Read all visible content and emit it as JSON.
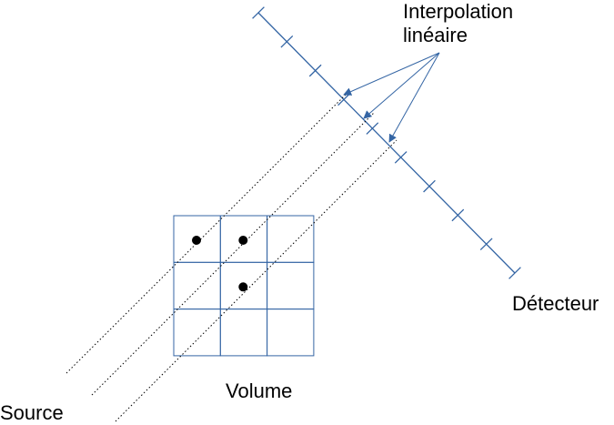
{
  "labels": {
    "interpolation": [
      "Interpolation",
      "linéaire"
    ],
    "detector": "Détecteur",
    "volume": "Volume",
    "source": "Source"
  },
  "colors": {
    "detector_line": "#3465a4",
    "arrows": "#3465a4",
    "grid": "#3465a4",
    "rays": "#000000",
    "voxel_dots": "#000000"
  },
  "grid": {
    "rows": 3,
    "cols": 3
  },
  "voxel_samples": [
    {
      "row": 0,
      "col": 0
    },
    {
      "row": 0,
      "col": 1
    },
    {
      "row": 1,
      "col": 1
    }
  ],
  "ray_count": 3,
  "detector_tick_count": 10
}
